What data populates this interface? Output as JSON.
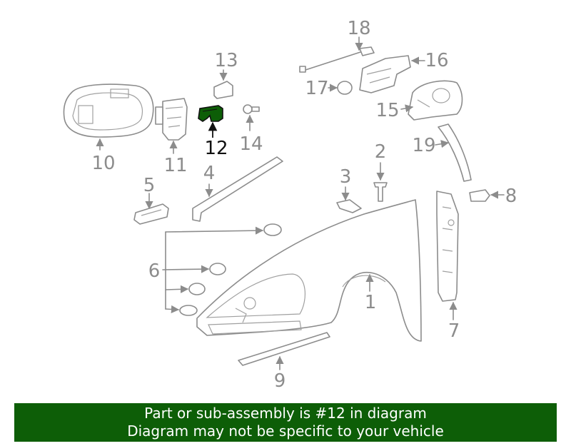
{
  "diagram": {
    "highlight_color": "#0d5e07",
    "callouts": [
      {
        "id": "1",
        "label": "1"
      },
      {
        "id": "2",
        "label": "2"
      },
      {
        "id": "3",
        "label": "3"
      },
      {
        "id": "4",
        "label": "4"
      },
      {
        "id": "5",
        "label": "5"
      },
      {
        "id": "6",
        "label": "6"
      },
      {
        "id": "7",
        "label": "7"
      },
      {
        "id": "8",
        "label": "8"
      },
      {
        "id": "9",
        "label": "9"
      },
      {
        "id": "10",
        "label": "10"
      },
      {
        "id": "11",
        "label": "11"
      },
      {
        "id": "12",
        "label": "12",
        "highlighted": true
      },
      {
        "id": "13",
        "label": "13"
      },
      {
        "id": "14",
        "label": "14"
      },
      {
        "id": "15",
        "label": "15"
      },
      {
        "id": "16",
        "label": "16"
      },
      {
        "id": "17",
        "label": "17"
      },
      {
        "id": "18",
        "label": "18"
      },
      {
        "id": "19",
        "label": "19"
      }
    ]
  },
  "banner": {
    "line1": "Part or sub-assembly is #12 in diagram",
    "line2": "Diagram may not be specific to your vehicle",
    "background": "#0d5e07"
  }
}
